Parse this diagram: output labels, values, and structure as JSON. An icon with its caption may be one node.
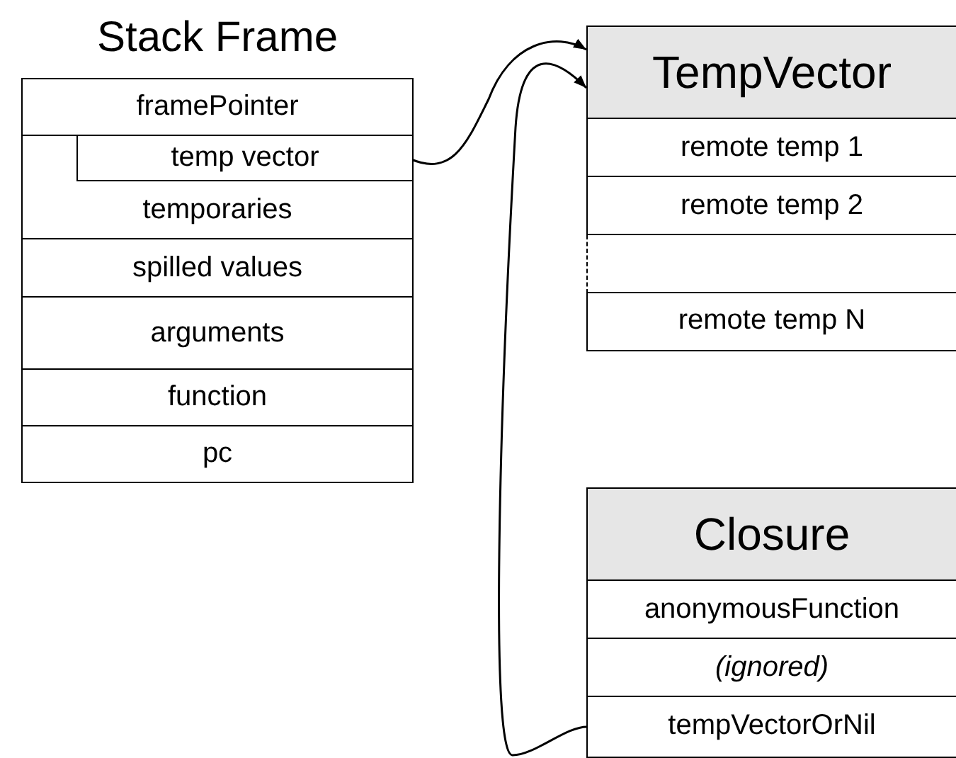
{
  "diagram": {
    "nodes": [
      {
        "text": [
          "Stack Frame"
        ]
      },
      {
        "text": [
          "framePointer"
        ],
        "in": 0
      },
      {
        "text": [
          "temp vector"
        ],
        "in": 0
      },
      {
        "text": [
          "temporaries"
        ],
        "in": 0
      },
      {
        "text": [
          "spilled values"
        ],
        "in": 0
      },
      {
        "text": [
          "arguments"
        ],
        "in": 0
      },
      {
        "text": [
          "function"
        ],
        "in": 0
      },
      {
        "text": [
          "pc"
        ],
        "in": 0
      },
      {
        "text": [
          "TempVector"
        ]
      },
      {
        "text": [
          "remote temp 1"
        ],
        "in": 8
      },
      {
        "text": [
          "remote temp 2"
        ],
        "in": 8
      },
      {
        "text": [
          "remote temp N"
        ],
        "in": 8
      },
      {
        "text": [
          "Closure"
        ]
      },
      {
        "text": [
          "anonymousFunction"
        ],
        "in": 12
      },
      {
        "text": [
          "*(ignored)*"
        ],
        "in": 12
      },
      {
        "text": [
          "tempVectorOrNil"
        ],
        "in": 12
      }
    ],
    "edges": [
      {
        "from": 2,
        "to": 8,
        "arrow": "to"
      },
      {
        "from": 15,
        "to": 8,
        "arrow": "to"
      }
    ]
  }
}
